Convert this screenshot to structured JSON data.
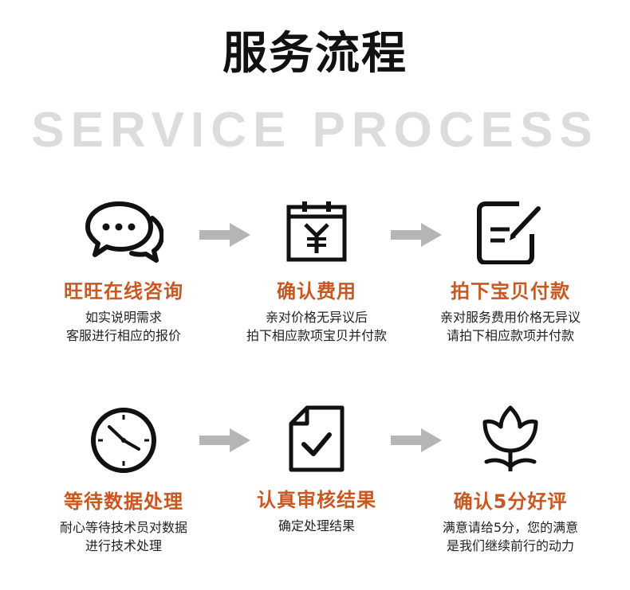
{
  "header": {
    "title": "服务流程",
    "subtitle": "SERVICE PROCESS"
  },
  "steps": [
    {
      "icon": "chat-bubbles-icon",
      "title": "旺旺在线咨询",
      "desc1": "如实说明需求",
      "desc2": "客服进行相应的报价"
    },
    {
      "icon": "calendar-yuan-icon",
      "title": "确认费用",
      "desc1": "亲对价格无异议后",
      "desc2": "拍下相应款项宝贝并付款"
    },
    {
      "icon": "edit-note-icon",
      "title": "拍下宝贝付款",
      "desc1": "亲对服务费用价格无异议",
      "desc2": "请拍下相应款项并付款"
    },
    {
      "icon": "clock-icon",
      "title": "等待数据处理",
      "desc1": "耐心等待技术员对数据",
      "desc2": "进行技术处理"
    },
    {
      "icon": "document-check-icon",
      "title": "认真审核结果",
      "desc1": "确定处理结果",
      "desc2": ""
    },
    {
      "icon": "tulip-icon",
      "title": "确认5分好评",
      "desc1": "满意请给5分，您的满意",
      "desc2": "是我们继续前行的动力"
    }
  ],
  "colors": {
    "accent": "#c9571f",
    "arrow": "#b5b5b5",
    "subtitle": "#dcdcdc"
  }
}
